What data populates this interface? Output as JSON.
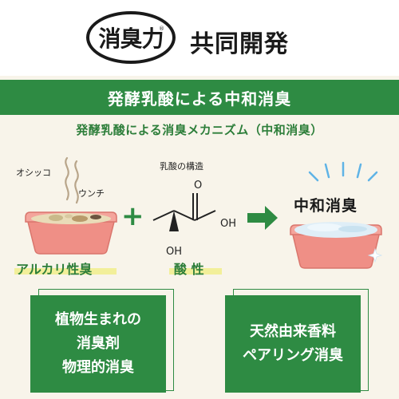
{
  "header": {
    "logo_text": "消臭力",
    "logo_reg": "®",
    "co_dev": "共同開発"
  },
  "banner": {
    "title": "発酵乳酸による中和消臭"
  },
  "subtitle": "発酵乳酸による消臭メカニズム（中和消臭）",
  "left": {
    "label_oshikko": "オシッコ",
    "label_unchi": "ウンチ",
    "caption": "アルカリ性臭"
  },
  "middle": {
    "label_structure": "乳酸の構造",
    "label_oh_right": "OH",
    "label_oh_bottom": "OH",
    "label_o": "O",
    "caption": "酸 性"
  },
  "right": {
    "title": "中和消臭"
  },
  "boxes": [
    {
      "line1": "植物生まれの",
      "line2": "消臭剤",
      "line3": "物理的消臭"
    },
    {
      "line1": "天然由来香料",
      "line2": "ペアリング消臭"
    }
  ],
  "colors": {
    "green": "#2e8b43",
    "pink": "#ef8f86",
    "yellow": "#f2ef9a",
    "background": "#f8f4ea"
  }
}
